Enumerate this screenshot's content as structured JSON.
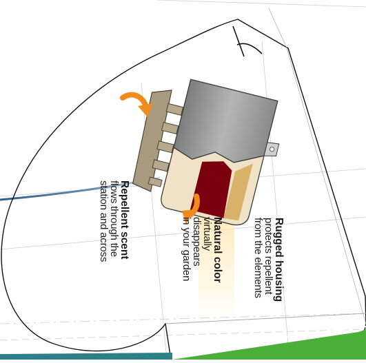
{
  "callouts": {
    "repellent_scent": {
      "title": "Repellent scent",
      "lines": [
        "flows through the",
        "station and across"
      ]
    },
    "natural_color": {
      "title": "Natural color",
      "lines": [
        "virtually",
        "disappears",
        "in your garden"
      ]
    },
    "rugged_housing": {
      "title": "Rugged housing",
      "lines": [
        "protects repellent",
        "from the elements"
      ]
    }
  },
  "colors": {
    "arrow_orange": "#f08c1e",
    "housing_gray": "#9a9a9a",
    "repellent_dark": "#7a0010",
    "repellent_tan": "#d9b26a",
    "vent_khaki": "#a09072",
    "highlight_glow": "#fde9b4",
    "footer_green": "#4caf3a"
  },
  "icons": [
    "orange-curved-arrow",
    "orange-down-arrow",
    "fold-mark-icon"
  ]
}
